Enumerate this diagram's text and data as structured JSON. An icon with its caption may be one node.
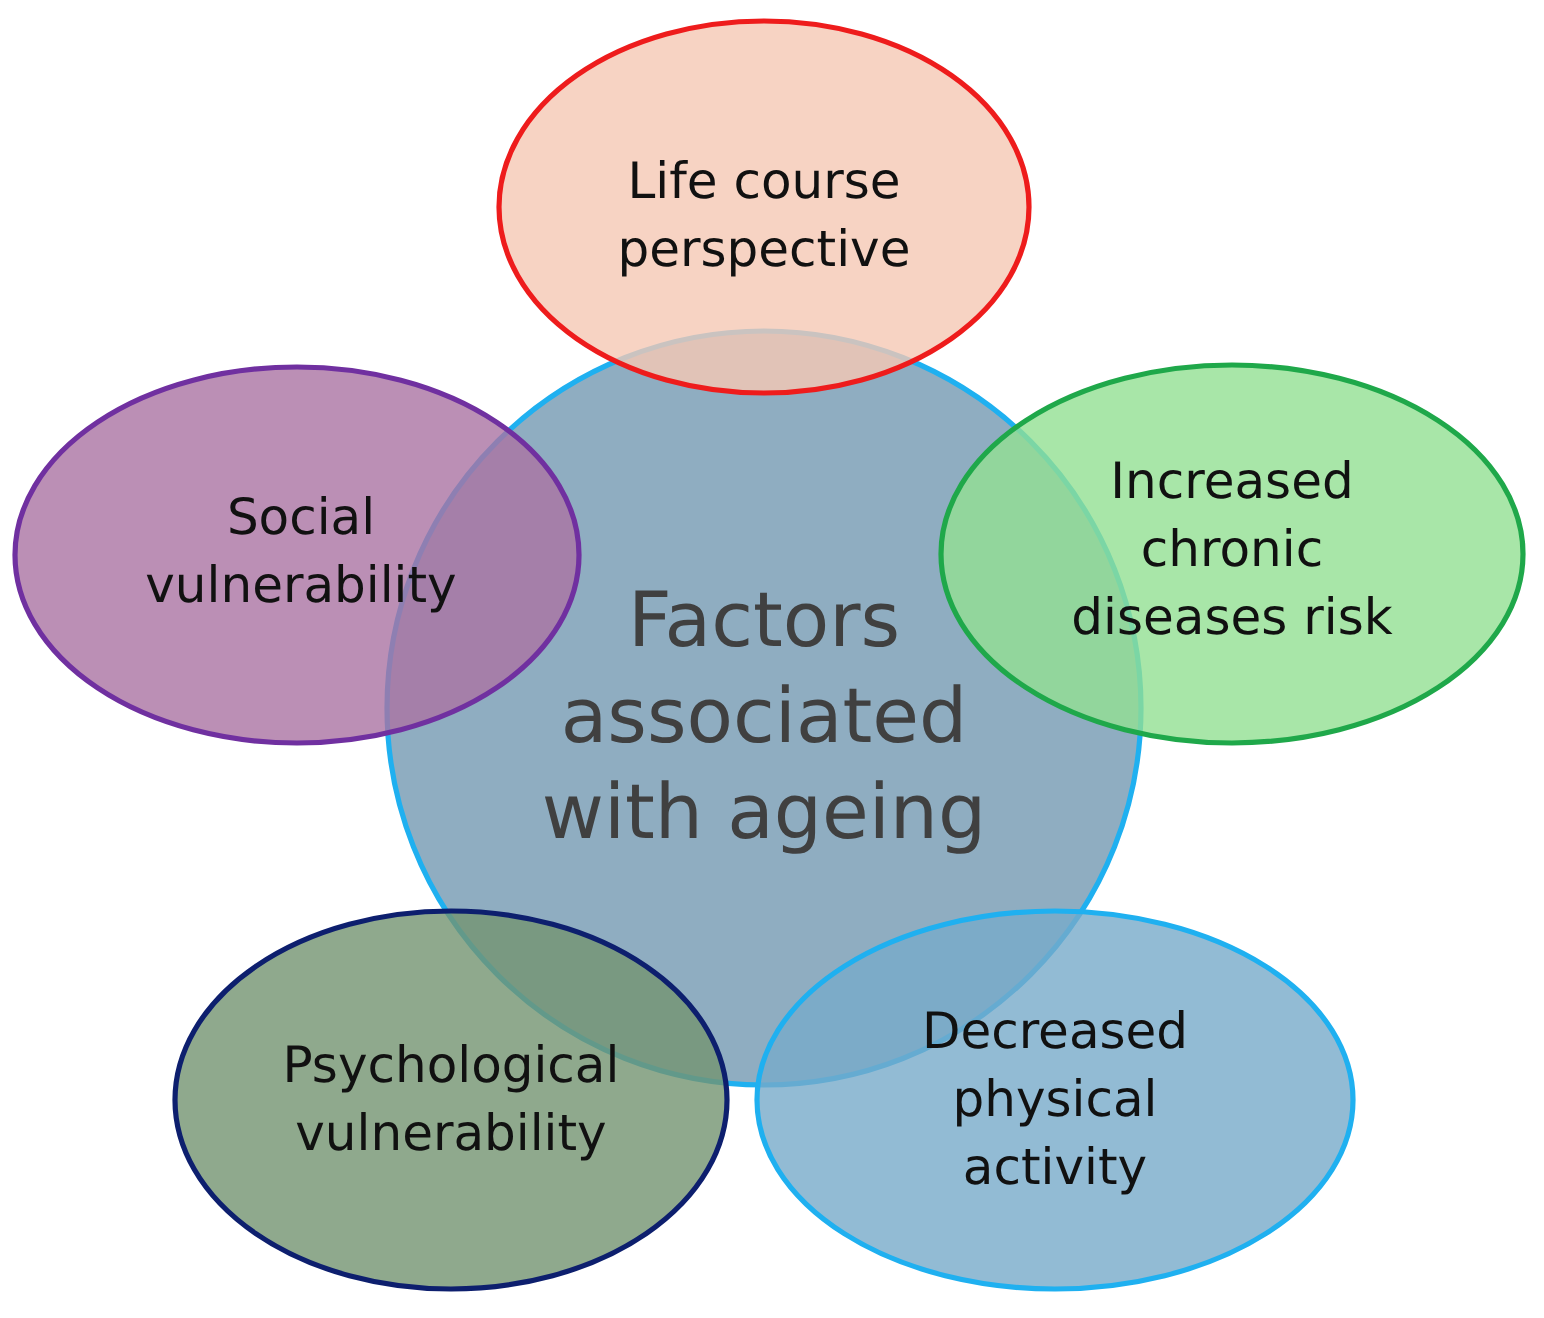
{
  "diagram": {
    "nodes": [
      {
        "text": [
          "Life course perspective"
        ]
      },
      {
        "text": [
          "Social vulnerability"
        ]
      },
      {
        "text": [
          "Factors associated with ageing"
        ]
      },
      {
        "text": [
          "Increased chronic diseases risk"
        ]
      },
      {
        "text": [
          "Psychological vulnerability"
        ]
      },
      {
        "text": [
          "Decreased physical activity"
        ]
      }
    ]
  }
}
